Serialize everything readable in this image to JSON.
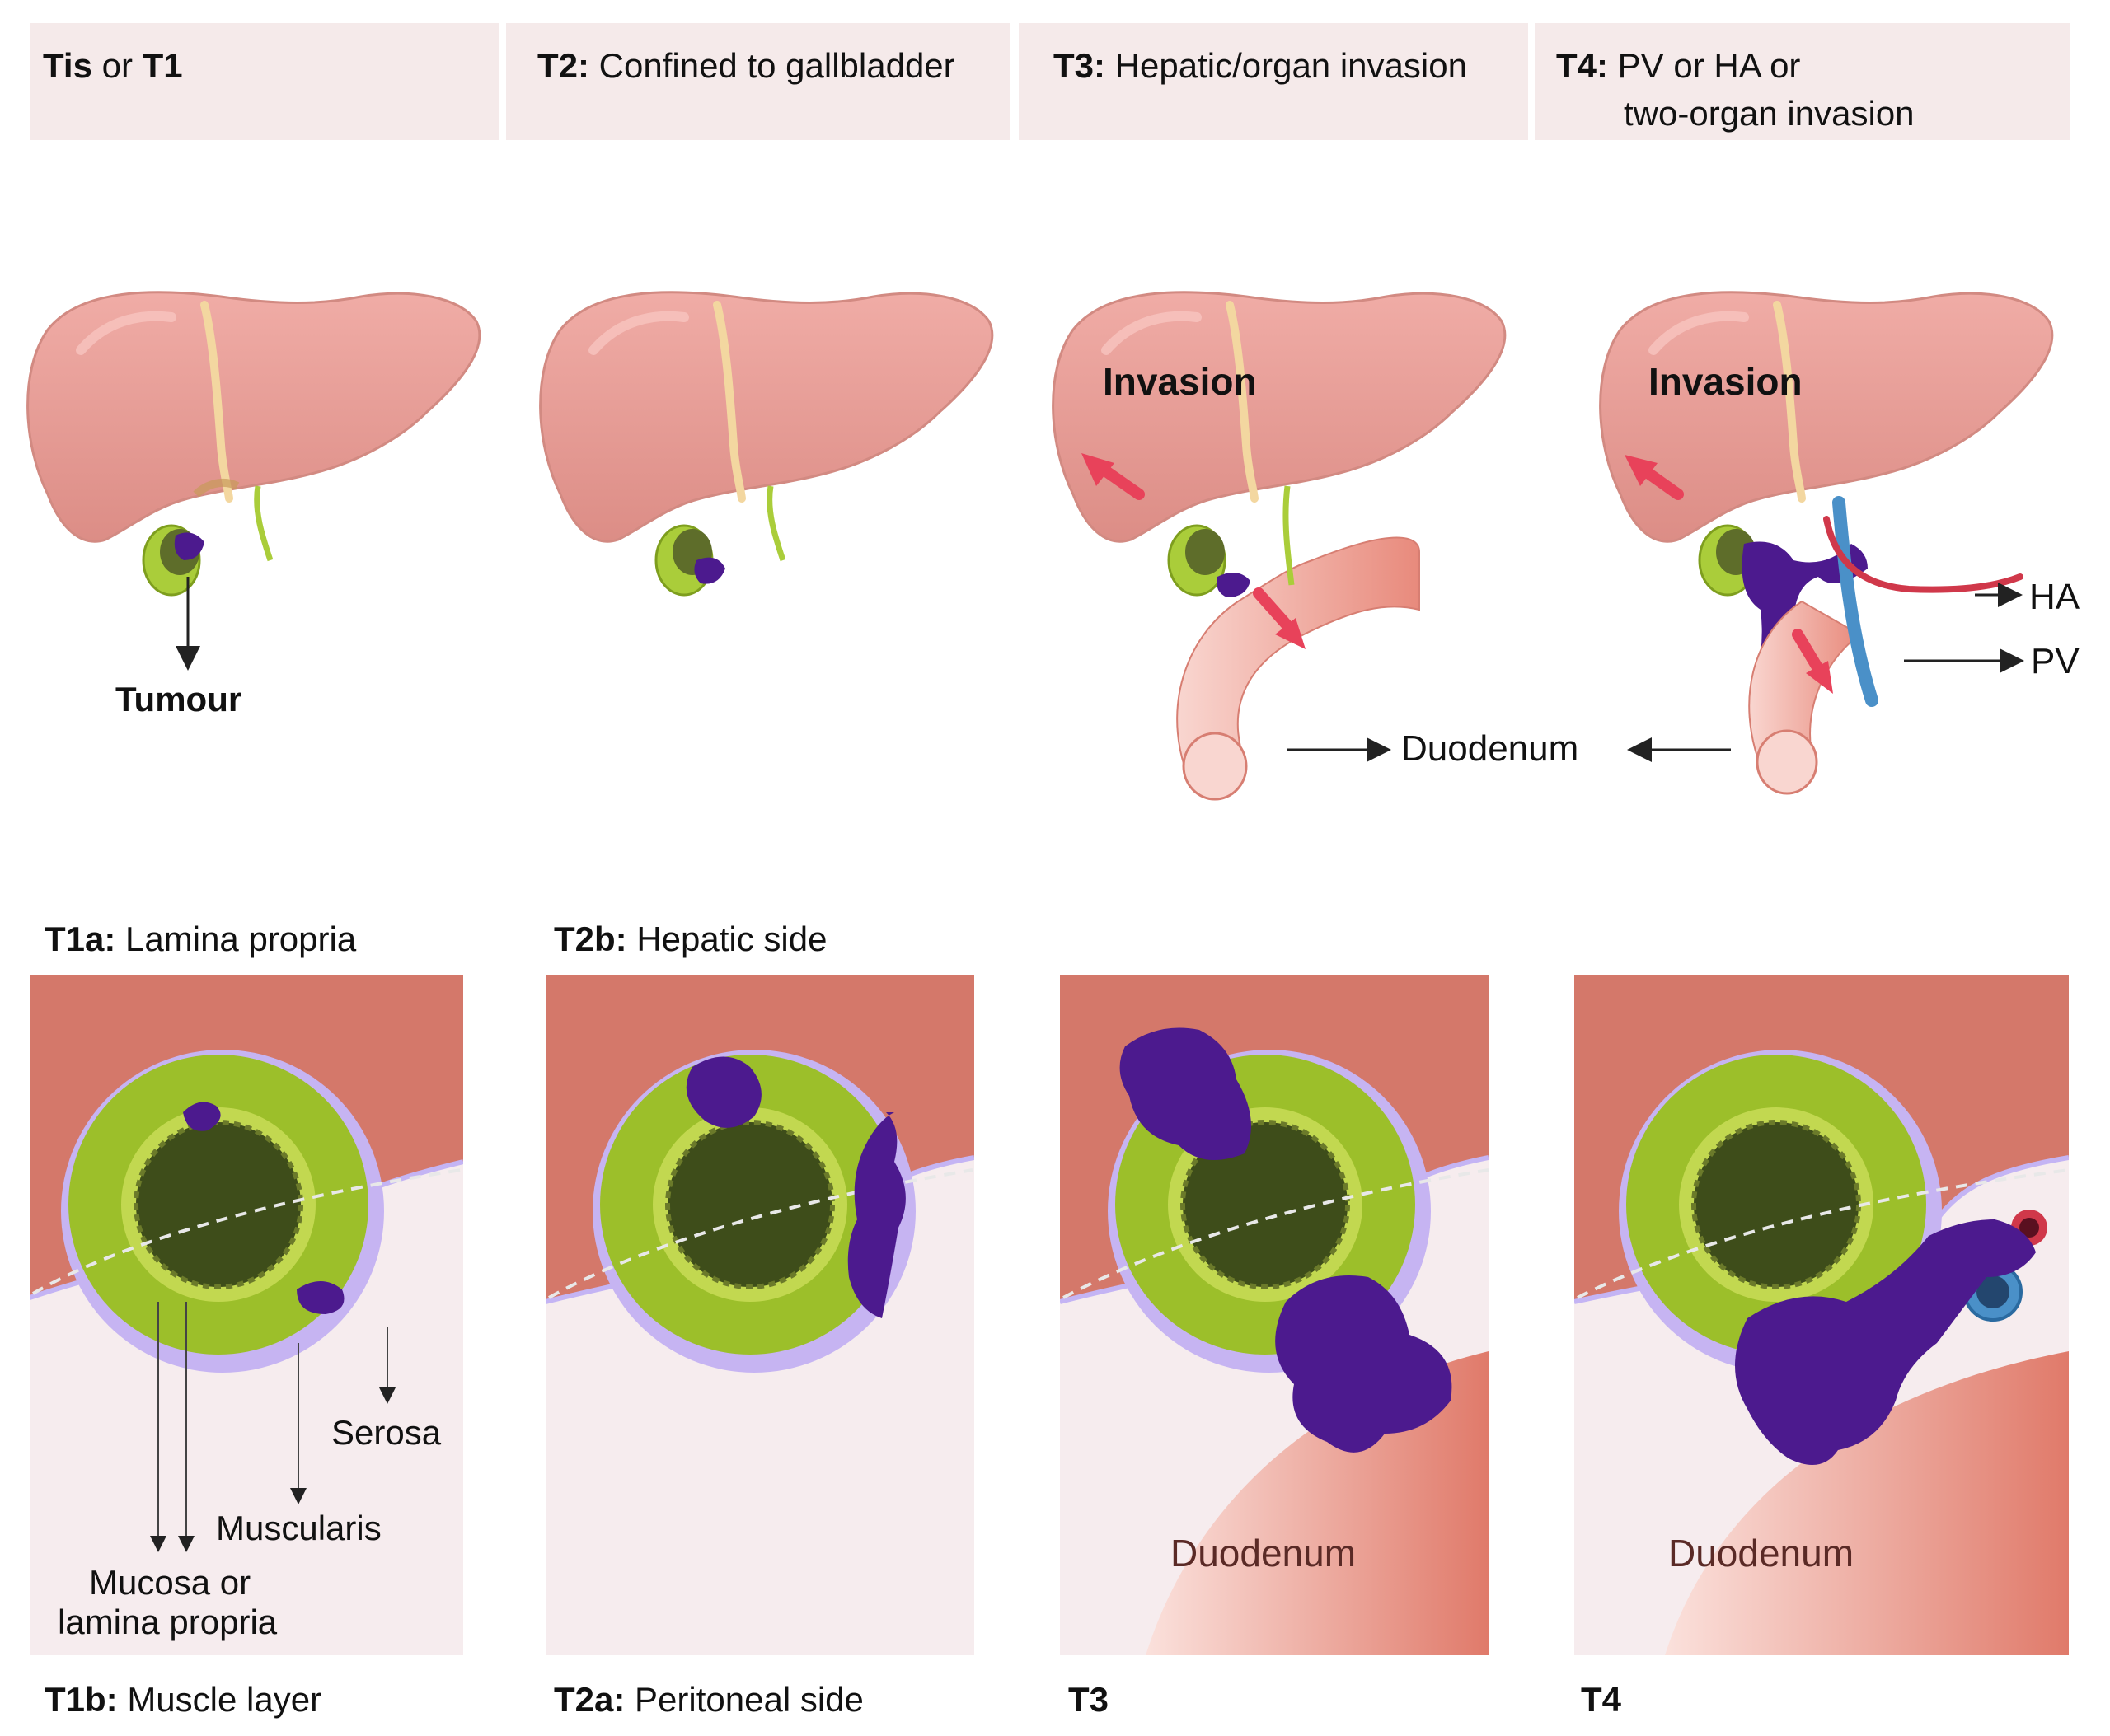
{
  "headers": [
    {
      "code": "Tis",
      "mid": " or ",
      "code2": "T1",
      "desc": ""
    },
    {
      "code": "T2:",
      "desc": " Confined to gallbladder"
    },
    {
      "code": "T3:",
      "desc": " Hepatic/organ invasion"
    },
    {
      "code": "T4:",
      "desc": " PV or HA or",
      "desc2": "two-organ invasion"
    }
  ],
  "liver_labels": {
    "tumour": "Tumour",
    "invasion_t3": "Invasion",
    "invasion_t4": "Invasion",
    "ha": "HA",
    "pv": "PV",
    "duodenum": "Duodenum"
  },
  "top_labels": [
    {
      "code": "T1a:",
      "desc": " Lamina propria"
    },
    {
      "code": "T2b:",
      "desc": " Hepatic side"
    }
  ],
  "bottom_labels": [
    {
      "code": "T1b:",
      "desc": " Muscle layer"
    },
    {
      "code": "T2a:",
      "desc": " Peritoneal side"
    },
    {
      "code": "T3",
      "desc": ""
    },
    {
      "code": "T4",
      "desc": ""
    }
  ],
  "layer_labels": {
    "serosa": "Serosa",
    "muscularis": "Muscularis",
    "mucosa_line1": "Mucosa or",
    "mucosa_line2": "lamina propria"
  },
  "panel_labels": {
    "duodenum_t3": "Duodenum",
    "duodenum_t4": "Duodenum"
  },
  "colors": {
    "liver": "#e49c96",
    "panel_top": "#d4786a",
    "panel_bottom": "#f6ecee",
    "gb_outer": "#9cbf2a",
    "gb_inner": "#3e4d1a",
    "tumour": "#4c1a8e",
    "arrow": "#e8425a",
    "pv": "#4a90c8",
    "ha": "#d0384a"
  }
}
